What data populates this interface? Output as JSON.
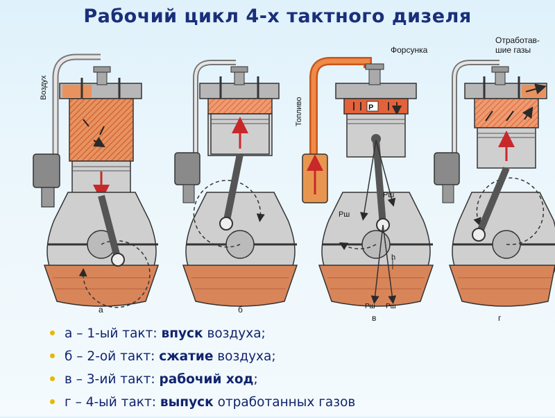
{
  "title": "Рабочий цикл 4-х тактного дизеля",
  "diagram": {
    "label_air": "Воздух",
    "label_injector": "Форсунка",
    "label_fuel": "Топливо",
    "label_exhaust_line1": "Отработав-",
    "label_exhaust_line2": "шие газы",
    "label_p": "Р",
    "label_rsh": "Рш",
    "label_h": "h",
    "stage_labels": [
      "а",
      "б",
      "в",
      "г"
    ]
  },
  "bullets": [
    {
      "prefix": "а – 1-ый такт: ",
      "bold": "впуск",
      "suffix": " воздуха;"
    },
    {
      "prefix": "б – 2-ой такт: ",
      "bold": "сжатие",
      "suffix": " воздуха;"
    },
    {
      "prefix": "в – 3-ий такт: ",
      "bold": "рабочий ход",
      "suffix": ";"
    },
    {
      "prefix": "г – 4-ый такт: ",
      "bold": "выпуск",
      "suffix": " отработанных газов"
    }
  ],
  "colors": {
    "title": "#1a2f7a",
    "bullet_text": "#10246e",
    "bullet_dot": "#e8b800",
    "oil": "#d9855a",
    "gas": "#e3623a",
    "metal": "#c8c8c8"
  }
}
